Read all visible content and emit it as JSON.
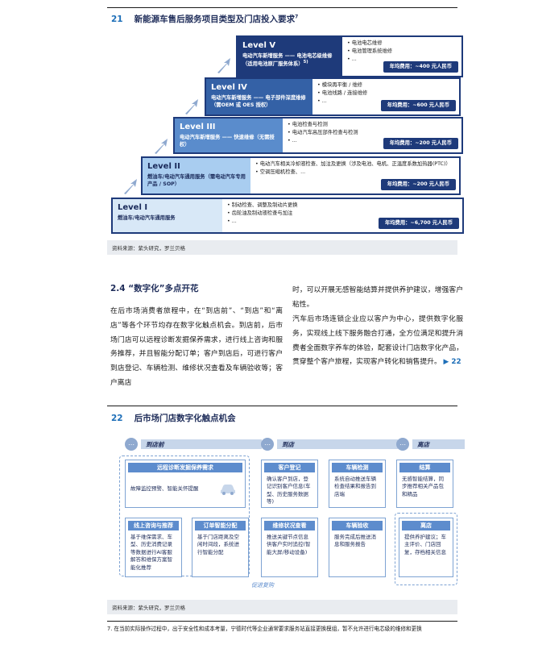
{
  "fig1": {
    "num": "21",
    "title": "新能源车售后服务项目类型及门店投入要求",
    "title_sup": "7",
    "levels": [
      {
        "name": "Level V",
        "desc": "电动汽车新增服务 —— 电池电芯级维修（适用电池原厂服务体系）",
        "desc_sup": "5)",
        "items": [
          "电池电芯维修",
          "电池管理系统维修",
          "..."
        ],
        "cost": "年均费用：~400 元人民币"
      },
      {
        "name": "Level IV",
        "desc": "电动汽车新增服务 —— 电子部件深度维修（需OEM 或 OES 授权）",
        "items": [
          "模块再平衡 / 维修",
          "电池线路 / 连接维修",
          "..."
        ],
        "cost": "年均费用：~600 元人民币"
      },
      {
        "name": "Level III",
        "desc": "电动汽车新增服务 —— 快速维修（无需授权）",
        "items": [
          "电池检查与检测",
          "电动汽车高压部件检查与检测",
          "..."
        ],
        "cost": "年均费用：~200 元人民币"
      },
      {
        "name": "Level II",
        "desc": "燃油车/电动汽车通用服务（需电动汽车专用产品 / SOP）",
        "items": [
          "电动汽车相关冷却液检查、加注及更换（涉及电池、电机、正温度系数加热器(PTC)）",
          "空调压缩机检查、..."
        ],
        "cost": "年均费用：~200 元人民币"
      },
      {
        "name": "Level I",
        "desc": "燃油车/电动汽车通用服务",
        "items": [
          "制动检查、调整及制动片更换",
          "齿轮油及制动液检查与加注",
          "..."
        ],
        "cost": "年均费用：~6,700 元人民币"
      }
    ],
    "source": "资料来源：紫头研究，罗兰贝格"
  },
  "section": {
    "title": "2.4 “数字化”多点开花",
    "para1": "在后市场消费者旅程中，在“到店前”、“到店”和“离店”等各个环节均存在数字化触点机会。到店前，后市场门店可以远程诊断发掘保养需求，进行线上咨询和服务推荐，并且智能分配订单；客户到店后，可进行客户到店登记、车辆检测、维修状况查看及车辆验收等；客户离店",
    "para2": "时，可以开展无感智能结算并提供养护建议，增强客户粘性。",
    "para3": "汽车后市场连锁企业应以客户为中心，提供数字化服务，实现线上线下服务融合打通，全方位满足和提升消费者全面数字养车的体验，配套设计门店数字化产品，贯穿整个客户旅程，实现客户转化和销售提升。",
    "ref": "▶ 22"
  },
  "fig2": {
    "num": "22",
    "title": "后市场门店数字化触点机会",
    "stages": [
      "到店前",
      "到店",
      "离店"
    ],
    "cards": [
      {
        "hd": "远程诊断发掘保养需求",
        "bd": "故障监控预警、智能关怀提醒"
      },
      {
        "hd": "客户登记",
        "bd": "确认客户到店，登记识别客户信息(车型、历史服务数据等)"
      },
      {
        "hd": "车辆检测",
        "bd": "系统自动推送车辆检查结果和报告到店端"
      },
      {
        "hd": "结算",
        "bd": "无感智能结算，同步推荐相关产品包和精品"
      },
      {
        "hd": "线上咨询与推荐",
        "bd": "基于维保需求、车型、历史消费记录等数据进行AI客服解答和维保方案智能化推荐"
      },
      {
        "hd": "订单智能分配",
        "bd": "基于门店距离及空闲时间段，系统进行智能分配"
      },
      {
        "hd": "维修状况查看",
        "bd": "推送关键节点信息供客户实时追控(智能大屏/移动设备)"
      },
      {
        "hd": "车辆验收",
        "bd": "服务完成后推送消息和服务报告"
      },
      {
        "hd": "离店",
        "bd": "提供养护建议；车主评价、门店回复，存档相关信息"
      }
    ],
    "loop_label": "促进复购",
    "source": "资料来源：紫头研究，罗兰贝格"
  },
  "footnote": "7. 在当前实际操作过程中，出于安全性和成本考量，宁德时代等企业通常要求服务站直接更换模组，暂不允许进行电芯级的维修和更换",
  "icons": [
    "arrow-up-right-icon",
    "car-icon",
    "dots-icon"
  ]
}
